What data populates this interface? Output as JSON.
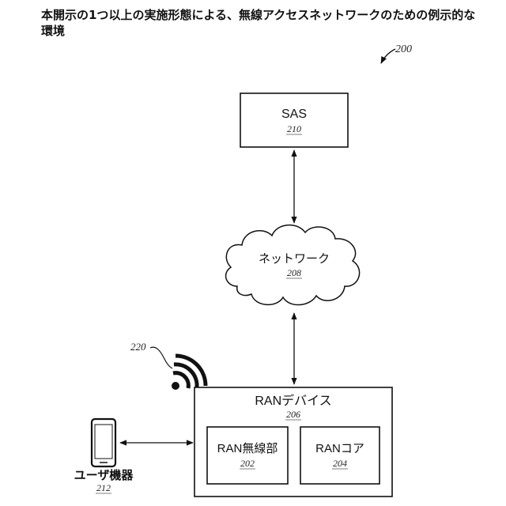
{
  "title": "本開示の1つ以上の実施形態による、無線アクセスネットワークのための例示的な環境",
  "figure_ref": "200",
  "nodes": {
    "sas": {
      "label": "SAS",
      "ref": "210"
    },
    "network": {
      "label": "ネットワーク",
      "ref": "208"
    },
    "ran_device": {
      "label": "RANデバイス",
      "ref": "206"
    },
    "ran_radio": {
      "label": "RAN無線部",
      "ref": "202"
    },
    "ran_core": {
      "label": "RANコア",
      "ref": "204"
    },
    "user_equipment": {
      "label": "ユーザ機器",
      "ref": "212"
    },
    "wireless_signal": {
      "ref": "220"
    }
  },
  "edges": [
    {
      "from": "sas",
      "to": "network",
      "style": "bidirectional-arrow"
    },
    {
      "from": "network",
      "to": "ran_device",
      "style": "bidirectional-arrow"
    },
    {
      "from": "user_equipment",
      "to": "ran_device",
      "style": "bidirectional-arrow"
    }
  ]
}
